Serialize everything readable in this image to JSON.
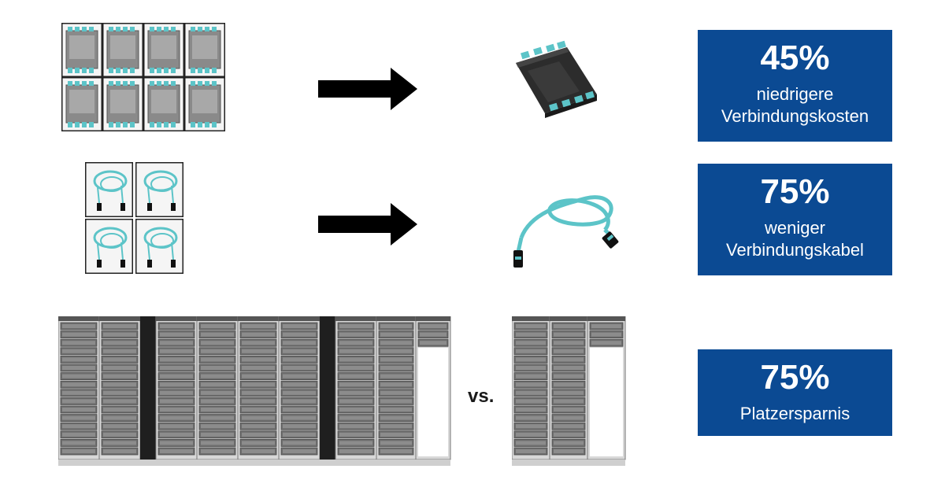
{
  "stats": [
    {
      "value": "45%",
      "label_line1": "niedrigere",
      "label_line2": "Verbindungskosten"
    },
    {
      "value": "75%",
      "label_line1": "weniger",
      "label_line2": "Verbindungskabel"
    },
    {
      "value": "75%",
      "label_line1": "Platzersparnis",
      "label_line2": ""
    }
  ],
  "comparison_label": "vs.",
  "colors": {
    "box_blue": "#0b4a93",
    "fiber_aqua": "#5cc4c8",
    "arrow_black": "#000000"
  }
}
